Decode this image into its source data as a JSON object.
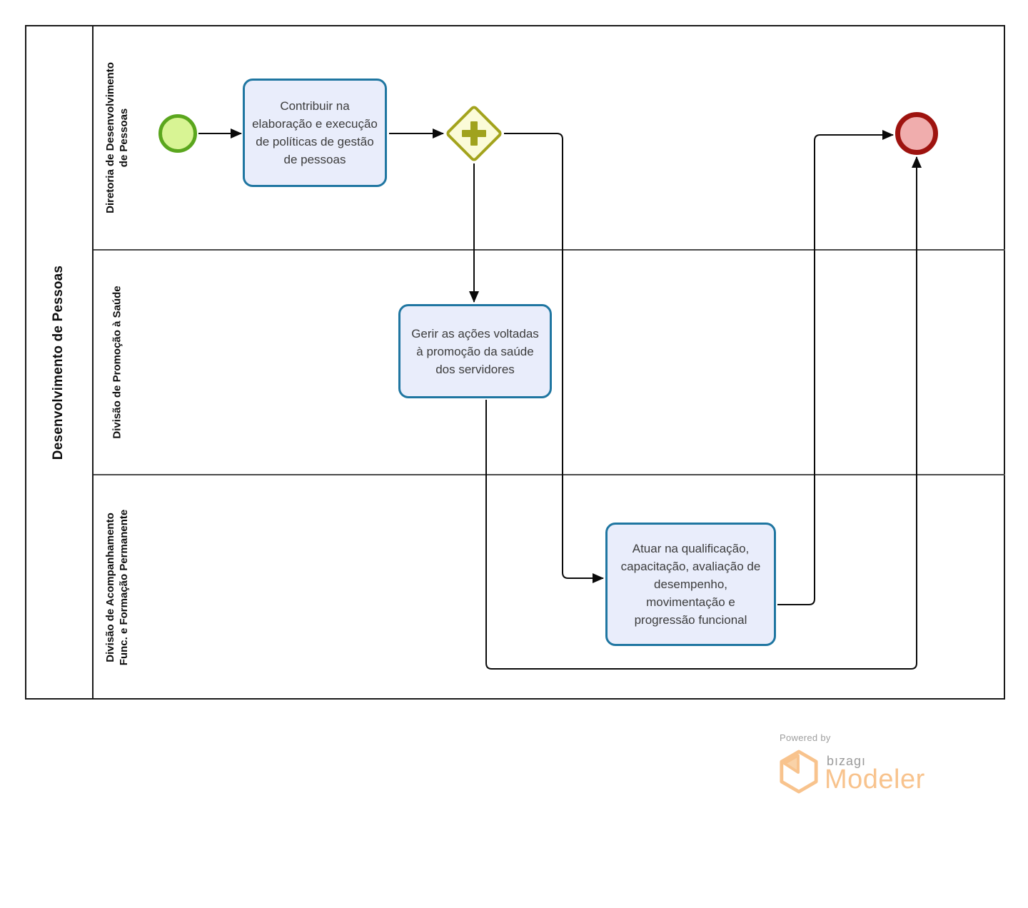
{
  "pool": {
    "label": "Desenvolvimento de Pessoas"
  },
  "lanes": [
    {
      "name": "Diretoria de Desenvolvimento de Pessoas",
      "label_line1": "Diretoria de Desenvolvimento",
      "label_line2": "de Pessoas"
    },
    {
      "name": "Divisão de Promoção à Saúde",
      "label_line1": "Divisão de Promoção à Saúde",
      "label_line2": ""
    },
    {
      "name": "Divisão de Acompanhamento Func. e Formação Permanente",
      "label_line1": "Divisão de Acompanhamento",
      "label_line2": "Func. e Formação Permanente"
    }
  ],
  "nodes": {
    "start_event": {
      "kind": "start-event"
    },
    "task1": {
      "label": "Contribuir na elaboração e execução de políticas de gestão de pessoas"
    },
    "gateway": {
      "kind": "parallel-gateway"
    },
    "task2": {
      "label": "Gerir as ações voltadas à promoção da saúde dos servidores"
    },
    "task3": {
      "label": "Atuar na qualificação, capacitação, avaliação de desempenho, movimentação e progressão funcional"
    },
    "end_event": {
      "kind": "end-event"
    }
  },
  "flows": [
    {
      "from": "start_event",
      "to": "task1"
    },
    {
      "from": "task1",
      "to": "gateway"
    },
    {
      "from": "gateway",
      "to": "task2"
    },
    {
      "from": "gateway",
      "to": "task3"
    },
    {
      "from": "task2",
      "to": "end_event"
    },
    {
      "from": "task3",
      "to": "end_event"
    }
  ],
  "footer": {
    "powered_by": "Powered by",
    "brand": "bızagı",
    "product": "Modeler"
  },
  "colors": {
    "task_fill": "#e9edfb",
    "task_border": "#1f76a1",
    "start_fill": "#d8f494",
    "start_border": "#5aa61d",
    "gateway_fill": "#fbfbd8",
    "gateway_border": "#a3a31c",
    "gateway_plus": "#a0a21e",
    "end_fill": "#f0adad",
    "end_border": "#9e130f",
    "connector": "#0a0a0a",
    "lane_divider": "#4a4a4a",
    "pool_border": "#1a1a1a",
    "brand_orange": "#f8c38d",
    "brand_gray": "#9b9b9b",
    "powered_by_gray": "#9e9e9e"
  }
}
